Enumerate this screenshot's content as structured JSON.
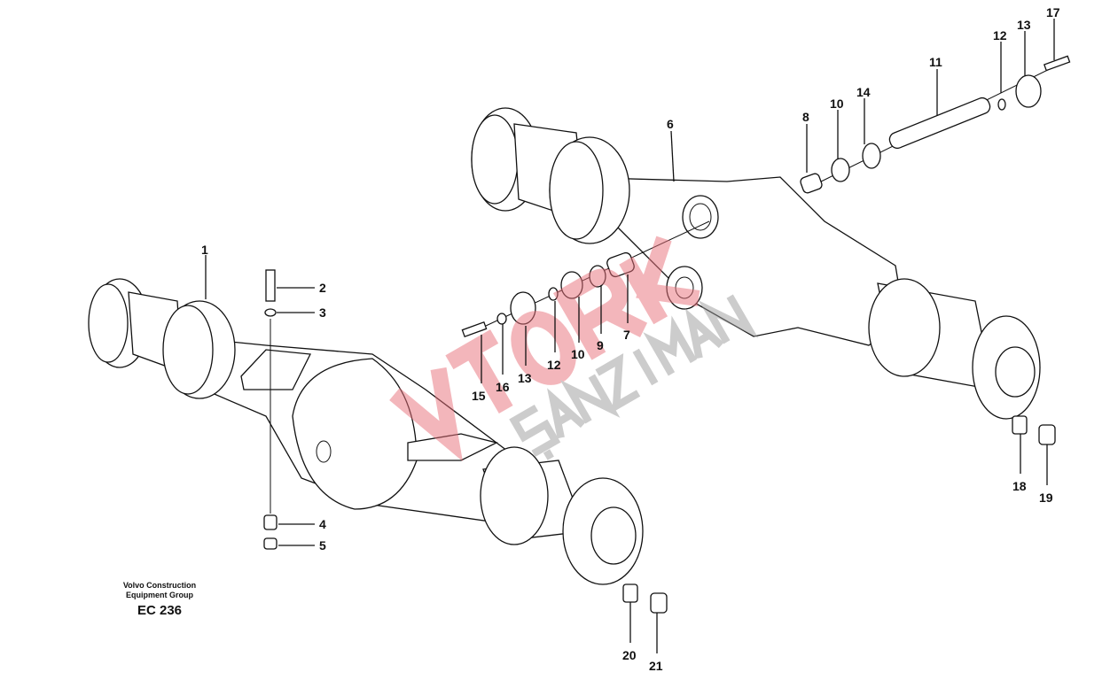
{
  "diagram": {
    "title": "Axle assembly exploded view",
    "callouts": [
      {
        "id": "c1",
        "label": "1"
      },
      {
        "id": "c2",
        "label": "2"
      },
      {
        "id": "c3",
        "label": "3"
      },
      {
        "id": "c4",
        "label": "4"
      },
      {
        "id": "c5",
        "label": "5"
      },
      {
        "id": "c6",
        "label": "6"
      },
      {
        "id": "c7",
        "label": "7"
      },
      {
        "id": "c8",
        "label": "8"
      },
      {
        "id": "c9",
        "label": "9"
      },
      {
        "id": "c10a",
        "label": "10"
      },
      {
        "id": "c10b",
        "label": "10"
      },
      {
        "id": "c11",
        "label": "11"
      },
      {
        "id": "c12a",
        "label": "12"
      },
      {
        "id": "c12b",
        "label": "12"
      },
      {
        "id": "c13a",
        "label": "13"
      },
      {
        "id": "c13b",
        "label": "13"
      },
      {
        "id": "c14",
        "label": "14"
      },
      {
        "id": "c15",
        "label": "15"
      },
      {
        "id": "c16",
        "label": "16"
      },
      {
        "id": "c17",
        "label": "17"
      },
      {
        "id": "c18",
        "label": "18"
      },
      {
        "id": "c19",
        "label": "19"
      },
      {
        "id": "c20",
        "label": "20"
      },
      {
        "id": "c21",
        "label": "21"
      }
    ]
  },
  "caption": {
    "line1": "Volvo Construction",
    "line2": "Equipment Group",
    "code": "EC 236"
  },
  "watermark": {
    "text1": "VTORK",
    "text2": "ŞANZIMAN",
    "color": "#e8707a",
    "color2": "#9a9a9a"
  }
}
